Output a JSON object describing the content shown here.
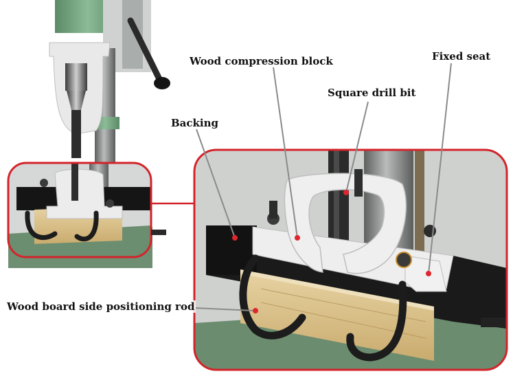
{
  "labels": {
    "wood_compression_block": "Wood compression block",
    "square_drill_bit": "Square drill bit",
    "fixed_seat": "Fixed seat",
    "backing": "Backing",
    "wood_board_side_positioning_rod": "Wood board side positioning rod"
  },
  "colors": {
    "frame": "#d3232a",
    "marker": "#e0262d",
    "leader": "#8a8a8a",
    "machine_green": "#6e9e7a",
    "casting_white": "#ececec",
    "backing_black": "#1a1a1a",
    "wood": "#d9c089",
    "rod": "#1e1e1e",
    "column_gray": "#8c8f8e"
  }
}
